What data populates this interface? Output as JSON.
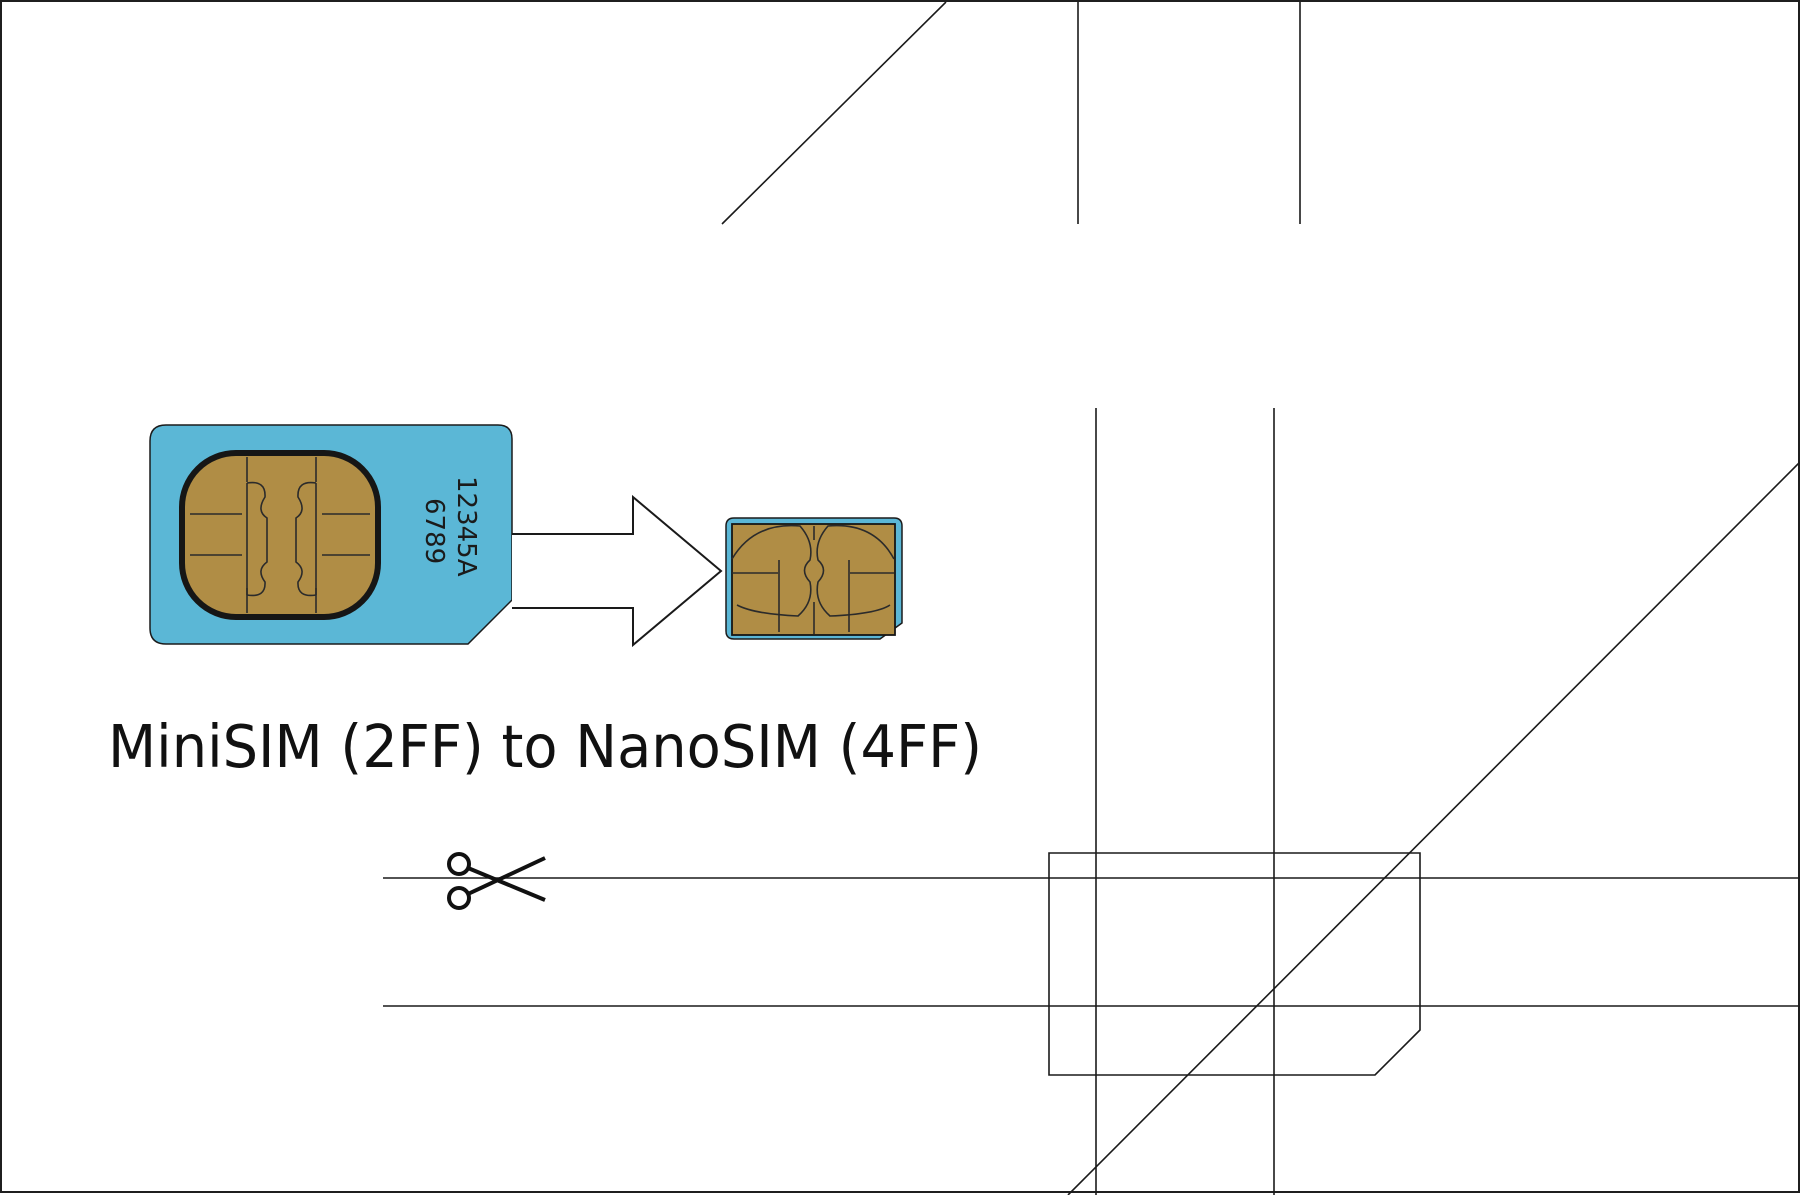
{
  "diagram": {
    "caption": "MiniSIM (2FF) to NanoSIM (4FF)",
    "serial_line_1": "12345A",
    "serial_line_2": "6789"
  },
  "colors": {
    "sim_blue": "#5bb7d6",
    "chip_gold": "#b08d45",
    "line": "#1a1a1a"
  },
  "icons": {
    "scissors": "scissors-icon",
    "arrow": "right-arrow-icon"
  }
}
